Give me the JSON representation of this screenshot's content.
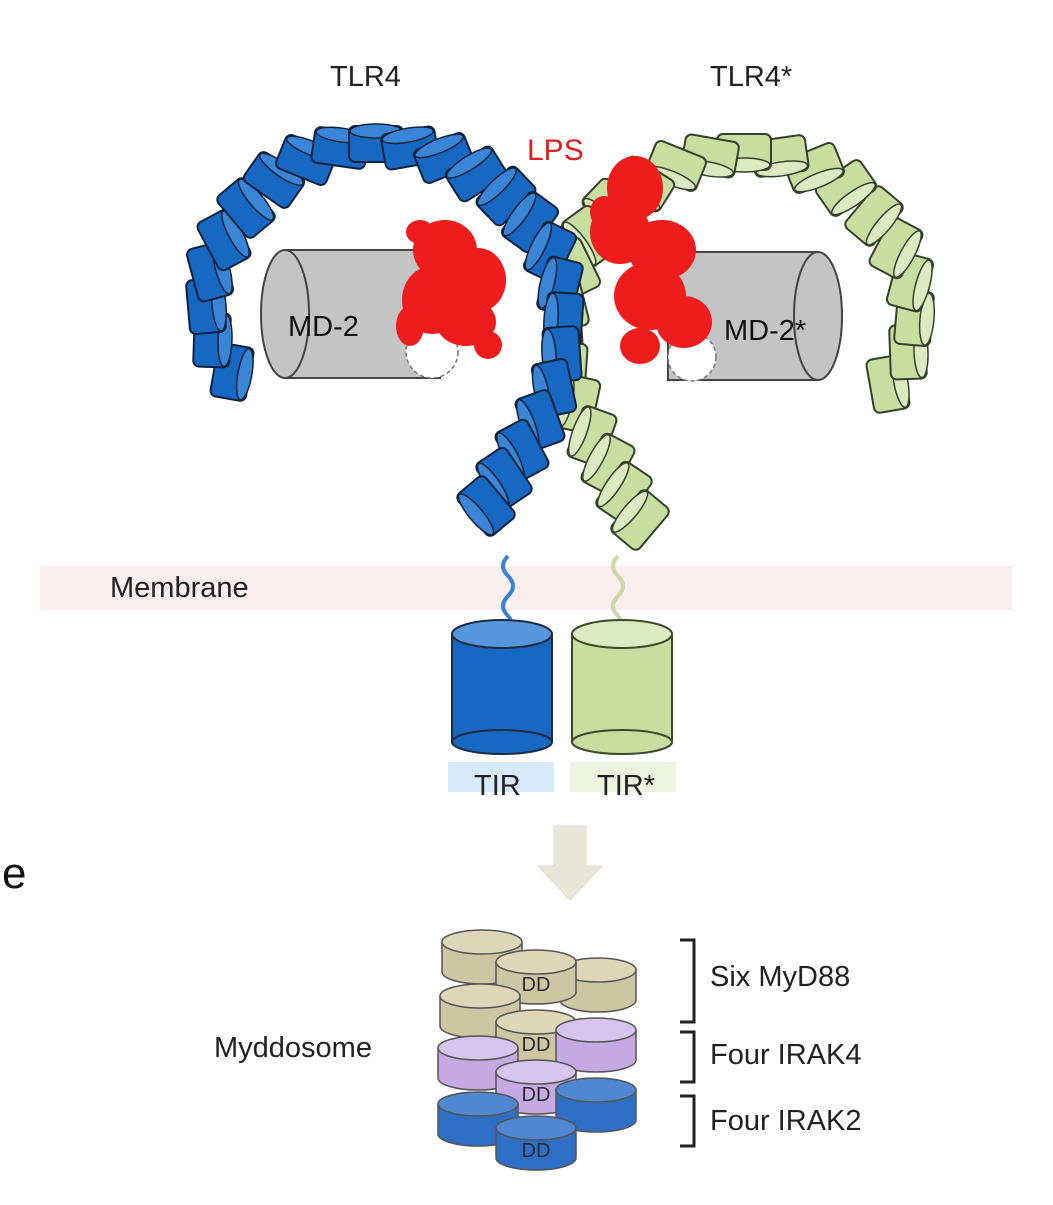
{
  "labels": {
    "tlr4": "TLR4",
    "tlr4_star": "TLR4*",
    "lps": "LPS",
    "md2": "MD-2",
    "md2_star": "MD-2*",
    "membrane": "Membrane",
    "tir": "TIR",
    "tir_star": "TIR*",
    "myddosome": "Myddosome",
    "six_myd88": "Six MyD88",
    "four_irak4": "Four IRAK4",
    "four_irak2": "Four IRAK2",
    "dd": "DD",
    "edge_letter": "e"
  },
  "colors": {
    "tlr4_blue": "#1668c2",
    "tlr4_star_green": "#c7dea0",
    "lps_red": "#ee1c1c",
    "md2_gray": "#c4c4c4",
    "membrane_pink": "#fbeeee",
    "myd88_tan": "#cdc6a2",
    "irak4_purple": "#c4a9e2",
    "irak2_blue": "#2e6fc6",
    "arrow_beige": "#e9e7d8"
  }
}
